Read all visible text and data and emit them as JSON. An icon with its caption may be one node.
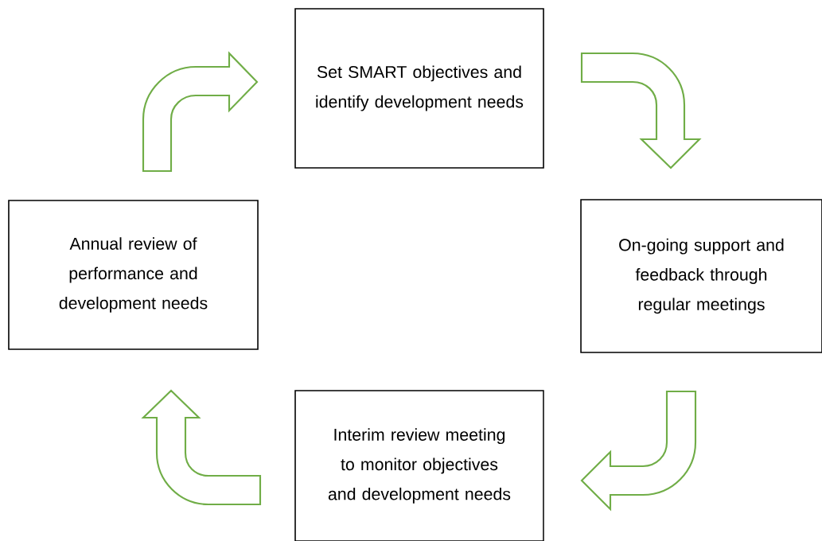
{
  "diagram": {
    "nodes": [
      {
        "text": [
          "Set SMART objectives and identify development needs"
        ]
      },
      {
        "text": [
          "On-going support and feedback through regular meetings"
        ]
      },
      {
        "text": [
          "Interim review meeting to monitor objectives and development needs"
        ]
      },
      {
        "text": [
          "Annual review of performance and development needs"
        ]
      }
    ],
    "edges": [
      {
        "from": 3,
        "to": 0,
        "arrow": "to"
      },
      {
        "from": 0,
        "to": 1,
        "arrow": "to"
      },
      {
        "from": 1,
        "to": 2,
        "arrow": "to"
      },
      {
        "from": 2,
        "to": 3,
        "arrow": "to"
      }
    ]
  }
}
